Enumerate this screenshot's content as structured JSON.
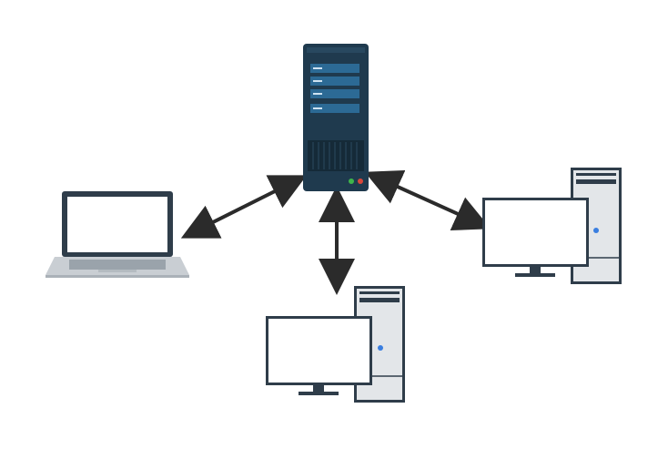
{
  "diagram": {
    "nodes": [
      {
        "id": "server",
        "kind": "server-tower"
      },
      {
        "id": "laptop",
        "kind": "laptop"
      },
      {
        "id": "desktop-bottom",
        "kind": "desktop-computer"
      },
      {
        "id": "desktop-right",
        "kind": "desktop-computer"
      }
    ],
    "edges": [
      {
        "from": "server",
        "to": "laptop",
        "direction": "bidirectional"
      },
      {
        "from": "server",
        "to": "desktop-bottom",
        "direction": "bidirectional"
      },
      {
        "from": "server",
        "to": "desktop-right",
        "direction": "bidirectional"
      }
    ]
  },
  "colors": {
    "server_body": "#1f3a4e",
    "server_panel": "#2c6a95",
    "server_light_green": "#3fb54a",
    "server_light_red": "#d9473a",
    "device_frame": "#2f3d4a",
    "screen": "#ffffff",
    "case_body": "#e3e6e9",
    "power_led": "#3a7ee0",
    "keyboard": "#9aa3ab",
    "arrow": "#2b2b2b"
  }
}
